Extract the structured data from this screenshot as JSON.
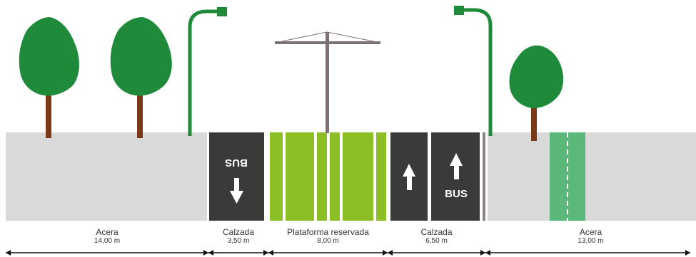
{
  "sections": [
    {
      "name": "Acera",
      "width": "14,00 m"
    },
    {
      "name": "Calzada",
      "width": "3,50 m"
    },
    {
      "name": "Plataforma reservada",
      "width": "8,00 m"
    },
    {
      "name": "Calzada",
      "width": "6,50 m"
    },
    {
      "name": "Acera",
      "width": "13,00 m"
    }
  ],
  "lane_marks": {
    "bus_left": "BUS",
    "bus_right": "BUS"
  },
  "colors": {
    "sidewalk": "#d9d9d9",
    "road": "#3a3a38",
    "platform": "#8cbf26",
    "tree_foliage": "#1f8a3a",
    "tree_trunk": "#7a3a17",
    "lamp": "#1f8a3a",
    "catenary": "#7d7077",
    "bike_lane": "#5cb87a"
  }
}
